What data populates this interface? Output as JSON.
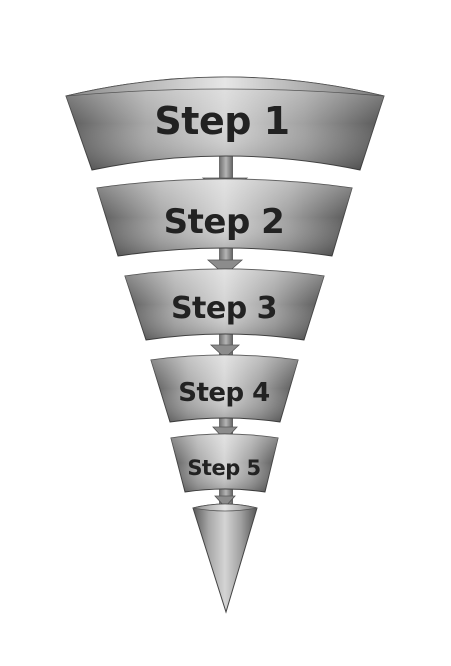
{
  "diagram": {
    "type": "funnel",
    "steps": [
      {
        "label": "Step 1"
      },
      {
        "label": "Step 2"
      },
      {
        "label": "Step 3"
      },
      {
        "label": "Step 4"
      },
      {
        "label": "Step 5"
      }
    ],
    "colors": {
      "metal_dark": "#5a5a5a",
      "metal_mid": "#9a9a9a",
      "metal_light": "#d8d8d8",
      "text": "#222222",
      "background": "#ffffff"
    }
  }
}
